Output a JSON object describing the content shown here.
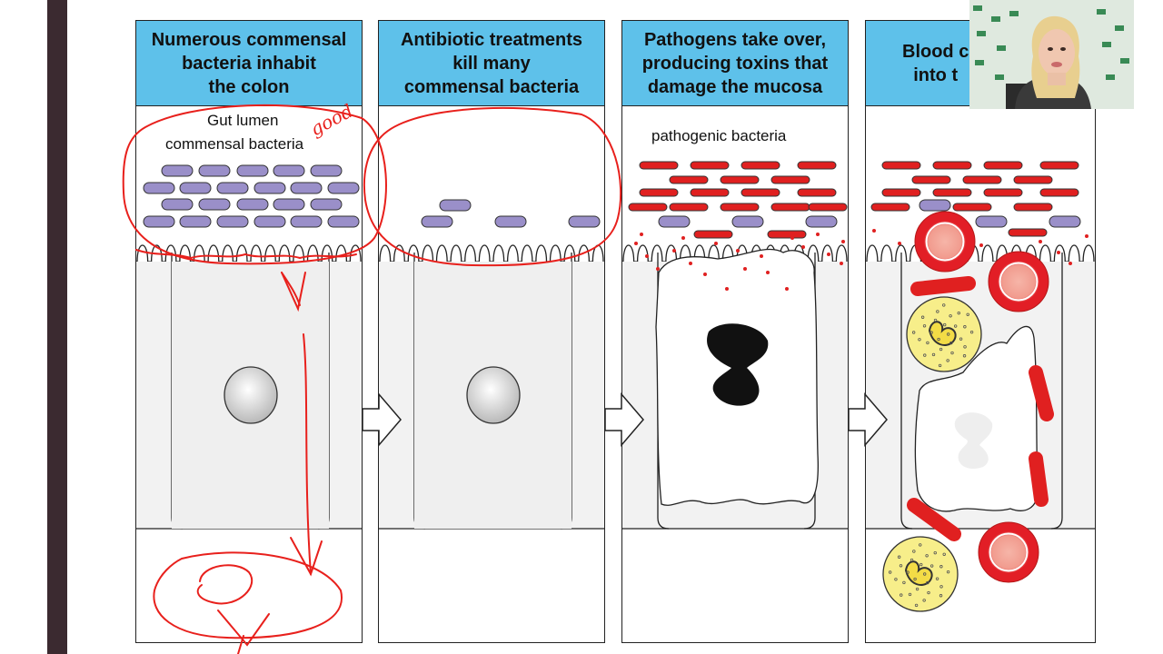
{
  "panels": [
    {
      "header": "Numerous commensal\nbacteria inhabit\nthe colon"
    },
    {
      "header": "Antibiotic treatments\nkill many\ncommensal bacteria"
    },
    {
      "header": "Pathogens take over,\nproducing toxins that\ndamage the mucosa"
    },
    {
      "header": "Blood c\ninto t"
    }
  ],
  "labels": {
    "gut_lumen": "Gut lumen",
    "commensal_bacteria": "commensal bacteria",
    "pathogenic_bacteria": "pathogenic bacteria",
    "annotation_good": "good"
  },
  "colors": {
    "header_bg": "#5ec1ea",
    "commensal": "#9a8fc9",
    "pathogen": "#e02020",
    "ink": "#e8201c",
    "cell_fill": "#f2f2f2"
  },
  "icons": [
    "right-arrow-icon"
  ]
}
